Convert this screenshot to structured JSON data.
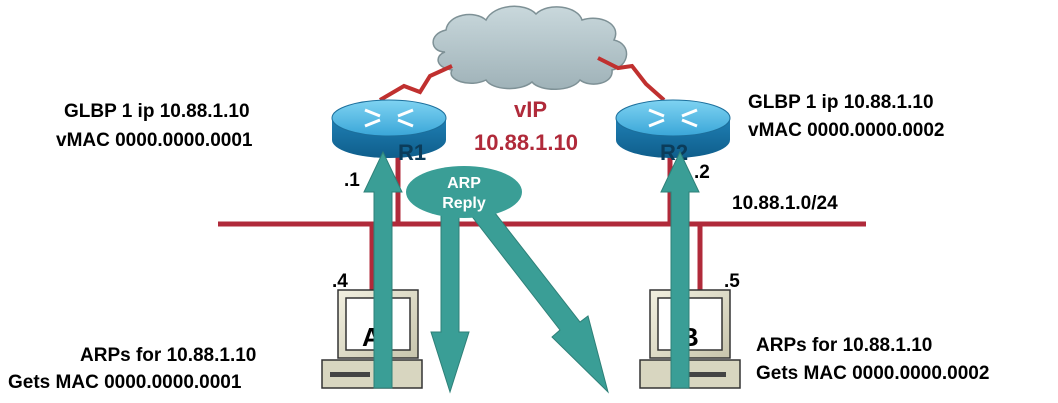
{
  "virtual_ip": {
    "title": "vIP",
    "address": "10.88.1.10"
  },
  "routers": [
    {
      "name": "R1",
      "glbp_line": "GLBP 1 ip 10.88.1.10",
      "vmac_line": "vMAC 0000.0000.0001",
      "host_suffix": ".1"
    },
    {
      "name": "R2",
      "glbp_line": "GLBP 1 ip 10.88.1.10",
      "vmac_line": "vMAC 0000.0000.0002",
      "host_suffix": ".2"
    }
  ],
  "subnet": "10.88.1.0/24",
  "hosts": [
    {
      "name": "A",
      "host_suffix": ".4",
      "arp_line": "ARPs for 10.88.1.10",
      "mac_line": "Gets MAC 0000.0000.0001"
    },
    {
      "name": "B",
      "host_suffix": ".5",
      "arp_line": "ARPs for 10.88.1.10",
      "mac_line": "Gets MAC 0000.0000.0002"
    }
  ],
  "arp_reply": {
    "line1": "ARP",
    "line2": "Reply"
  },
  "colors": {
    "lan_segment": "#b02a3a",
    "wan_link": "#c0302f",
    "cloud": "#b4c8cc",
    "router": "#2a91c4",
    "arrow": "#3a9e96",
    "arp_bubble": "#3a9e96",
    "vip_text": "#b02a3a"
  }
}
